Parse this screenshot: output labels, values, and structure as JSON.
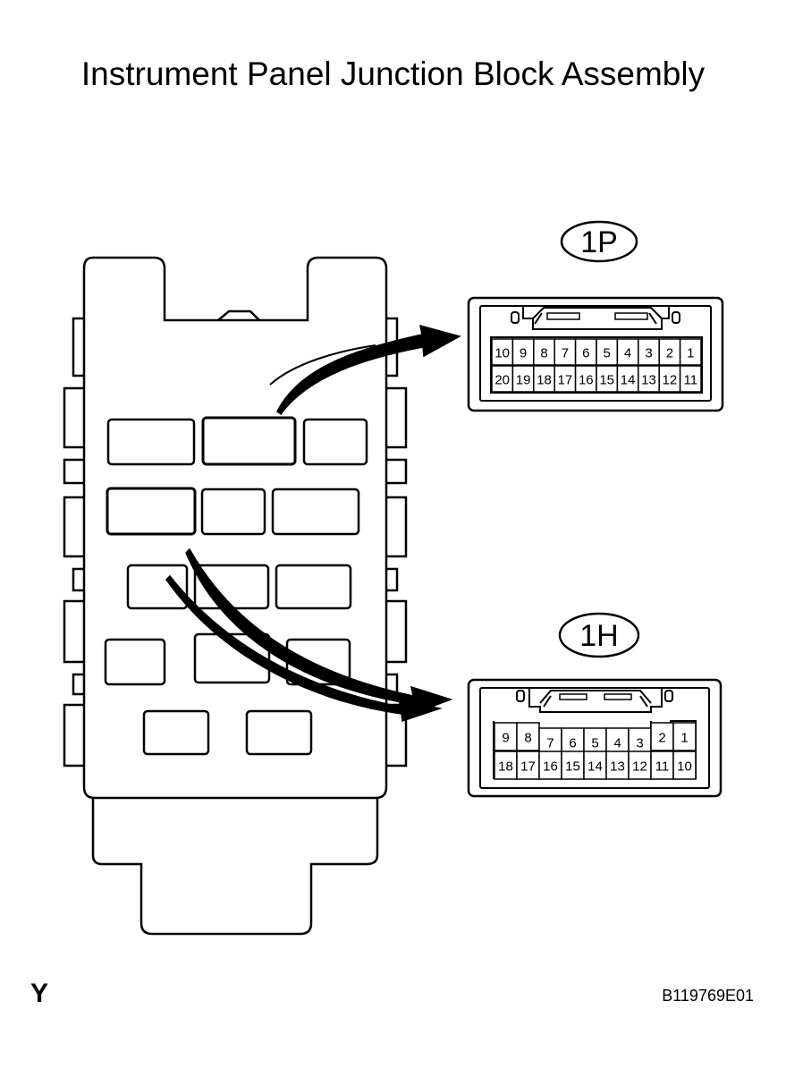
{
  "title": "Instrument Panel Junction Block Assembly",
  "corner_code": "Y",
  "figure_id": "B119769E01",
  "connectors": [
    {
      "id": "1P",
      "top_row": [
        "10",
        "9",
        "8",
        "7",
        "6",
        "5",
        "4",
        "3",
        "2",
        "1"
      ],
      "bottom_row": [
        "20",
        "19",
        "18",
        "17",
        "16",
        "15",
        "14",
        "13",
        "12",
        "11"
      ]
    },
    {
      "id": "1H",
      "top_row": [
        "9",
        "8",
        "7",
        "6",
        "5",
        "4",
        "3",
        "2",
        "1"
      ],
      "bottom_row": [
        "18",
        "17",
        "16",
        "15",
        "14",
        "13",
        "12",
        "11",
        "10"
      ]
    }
  ]
}
